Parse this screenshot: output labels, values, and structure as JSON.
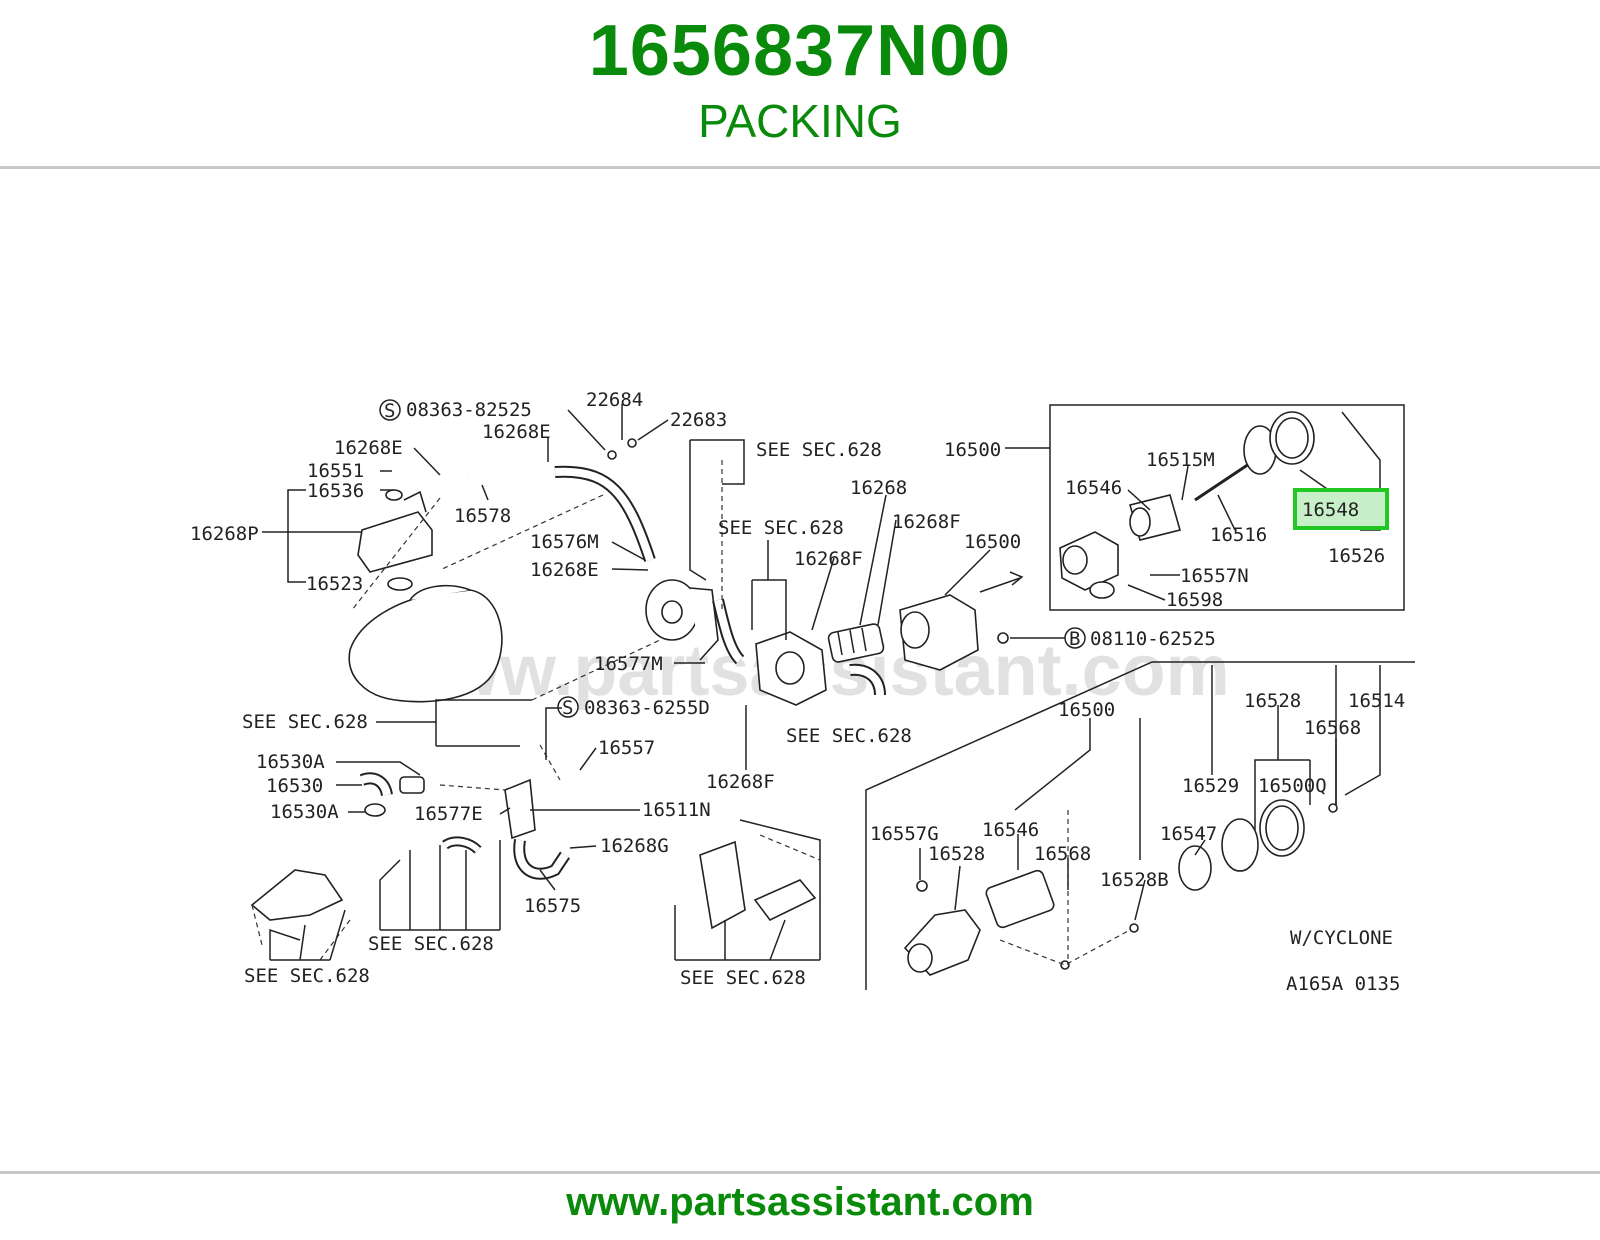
{
  "header": {
    "part_number": "1656837N00",
    "part_name": "PACKING"
  },
  "footer": {
    "url": "www.partsassistant.com"
  },
  "diagram": {
    "watermark": "www.partsassistant.com",
    "highlight_label": "16548",
    "highlight_color": "#22c722",
    "brand_color": "#0a8a0a",
    "labels": {
      "s08363_82525": "08363-82525",
      "p22684": "22684",
      "p22683": "22683",
      "p16268E_a": "16268E",
      "p16268E_b": "16268E",
      "p16551": "16551",
      "p16536": "16536",
      "p16578": "16578",
      "p16268P": "16268P",
      "p16523": "16523",
      "p16576M": "16576M",
      "p16268E_c": "16268E",
      "see628_a": "SEE SEC.628",
      "see628_b": "SEE SEC.628",
      "p16268": "16268",
      "p16268F_a": "16268F",
      "p16268F_b": "16268F",
      "p16500_a": "16500",
      "p16500_b": "16500",
      "p16515M": "16515M",
      "p16546_a": "16546",
      "p16516": "16516",
      "p16526": "16526",
      "p16557N": "16557N",
      "p16598": "16598",
      "b08110_62525": "08110-62525",
      "p16577M": "16577M",
      "see628_c": "SEE SEC.628",
      "s08363_6255D": "08363-6255D",
      "p16557": "16557",
      "see628_d": "SEE SEC.628",
      "p16268F_c": "16268F",
      "p16530A_a": "16530A",
      "p16530": "16530",
      "p16530A_b": "16530A",
      "p16577E": "16577E",
      "p16511N": "16511N",
      "p16268G": "16268G",
      "p16575": "16575",
      "see628_e": "SEE SEC.628",
      "see628_f": "SEE SEC.628",
      "see628_g": "SEE SEC.628",
      "p16500_c": "16500",
      "p16528_a": "16528",
      "p16514": "16514",
      "p16568_a": "16568",
      "p16529": "16529",
      "p16500Q": "16500Q",
      "p16557G": "16557G",
      "p16546_b": "16546",
      "p16528_b": "16528",
      "p16568_b": "16568",
      "p16547": "16547",
      "p16528B": "16528B",
      "w_cyclone": "W/CYCLONE",
      "ref_code": "A165A 0135",
      "circle_s1": "S",
      "circle_s2": "S",
      "circle_b": "B"
    }
  }
}
